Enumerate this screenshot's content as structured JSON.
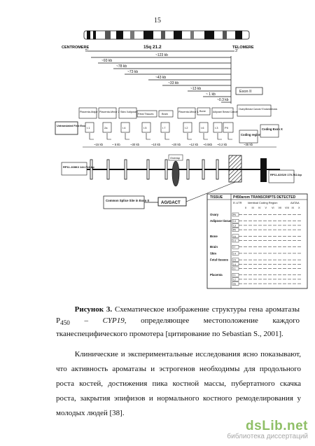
{
  "page": {
    "number": "15"
  },
  "figure": {
    "chromosome": {
      "band": "15q 21.2",
      "left": "CENTROMERE",
      "right": "TELOMERE",
      "end5": "5'",
      "end3": "3'"
    },
    "distances": [
      "~123 kb",
      "~93 kb",
      "~78 kb",
      "~73 kb",
      "~43 kb",
      "~33 kb",
      "~13 kb",
      "~ 1 kb",
      "~0.3 kb"
    ],
    "exon_two": "Exon  II",
    "tissues": [
      "Placenta-Major",
      "Placenta-Minor 2",
      "Skin/ Adipose",
      "Fetal Tissues",
      "Brain",
      "Placenta-Minor 1",
      "Bone",
      "Adipose/ Breast Cancer",
      "Ovary/Breast Cancer/ Endometriosis"
    ],
    "exons": [
      "I.1",
      "2a",
      "I.4",
      "I.5",
      "I.7",
      "I.2",
      "I.6",
      "I.3",
      "PII"
    ],
    "untranslated": "Untranslated First Exons",
    "coding_region": "Coding region",
    "coding_exon_x": "Coding Exon X",
    "spacings": [
      "~15 kb",
      "~ 5 kb",
      "~30 kb",
      "~10 kb",
      "~20 kb",
      "~12 kb",
      "~0.5kb",
      "~0.2 kb",
      "~35 kb"
    ],
    "overlap": "Overlap",
    "clone_left": "RP11-108K3 144.714-bp",
    "clone_right": "RP11-82G20 170.762-bp",
    "splice_site": "Common Splice Site in Exon II",
    "splice_seq": "AG/GACT",
    "transcripts": {
      "tissue_header": "TISSUE",
      "title": "P450arom TRANSCRIPTS DETECTED",
      "utr": "5'-UTR",
      "identical": "Identical Coding Region",
      "aataa": "AATAA",
      "roman": [
        "II",
        "III",
        "IV",
        "V",
        "VI",
        "VII",
        "VIII",
        "IX",
        "X"
      ],
      "rows": [
        {
          "tissue": "Ovary",
          "labels": [
            "PII"
          ]
        },
        {
          "tissue": "Adipose tissue",
          "labels": [
            "I.4",
            "I.3",
            "PII"
          ]
        },
        {
          "tissue": "Bone",
          "labels": [
            "I.6",
            "I.4"
          ]
        },
        {
          "tissue": "Brain",
          "labels": [
            "I.f"
          ]
        },
        {
          "tissue": "Skin",
          "labels": [
            "I.4"
          ]
        },
        {
          "tissue": "Fetal tissues",
          "labels": [
            "I.5",
            "I.4",
            "I.1"
          ]
        },
        {
          "tissue": "Placenta",
          "labels": [
            "I.1",
            "I.2",
            "2a"
          ]
        }
      ]
    }
  },
  "caption": {
    "label": "Рисунок 3.",
    "text_a": " Схематическое изображение структуры гена ароматазы P",
    "sub": "450",
    "text_b": " – ",
    "gene": "CYP19",
    "text_c": ", определяющее местоположение каждого тканеспецифического промотера [цитирование по Sebastian S., 2001]."
  },
  "body": {
    "paragraph": "Клинические и экспериментальные исследования ясно показывают, что активность ароматазы и эстрогенов необходимы для продольного роста костей, достижения пика костной массы, пубертатного скачка роста, закрытия эпифизов и нормального костного ремоделирования у молодых людей [38]."
  },
  "watermark": {
    "logo": "dsLib.net",
    "sub": "библиотека диссертаций"
  }
}
